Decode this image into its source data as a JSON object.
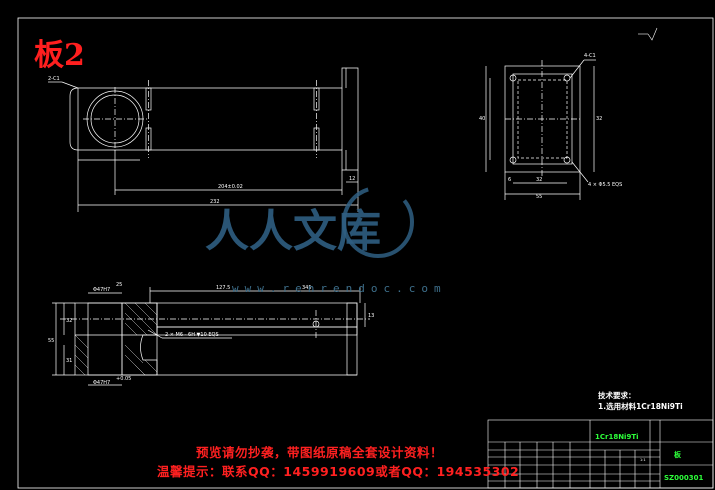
{
  "drawing": {
    "title": "板2",
    "tech_heading": "技术要求：",
    "tech_note": "1.选用材料1Cr18Ni9Ti",
    "watermark_brand": "人人文库",
    "watermark_url": "www.renrendoc.com",
    "watermark_line1": "预览请勿抄袭，带图纸原稿全套设计资料！",
    "watermark_line2": "温馨提示：联系QQ：1459919609或者QQ：194535302"
  },
  "dimensions": {
    "top_chamfer": "2-C1",
    "overall_length": "232",
    "hole_spacing": "204±0.02",
    "edge_offset": "12",
    "plate_side_a": "40",
    "plate_side_b": "32",
    "plate_bottom_a": "6",
    "plate_bottom_b": "32",
    "plate_total": "55",
    "plate_chamfer": "4-C1",
    "plate_holes": "4 × Φ5.5 EQS",
    "left_tol_top": "Φ47H7",
    "left_tol_bottom": "Φ47H7",
    "depth_1": "127.5",
    "depth_2": "345",
    "thread_callout": "2 × M6 - 6H ▼10 EQS",
    "height_left": "55",
    "height_a": "32",
    "height_b": "31",
    "right_dim": "13",
    "small_25": "25",
    "small_tol": "+0.05"
  },
  "title_block": {
    "material": "1Cr18Ni9Ti",
    "part_name": "板",
    "drawing_number": "SZ000301",
    "scale": "1:1"
  },
  "colors": {
    "background": "#000000",
    "lines": "#ffffff",
    "red_text": "#ff2020",
    "green_text": "#2dff3a",
    "watermark_blue": "#2f5f82"
  }
}
